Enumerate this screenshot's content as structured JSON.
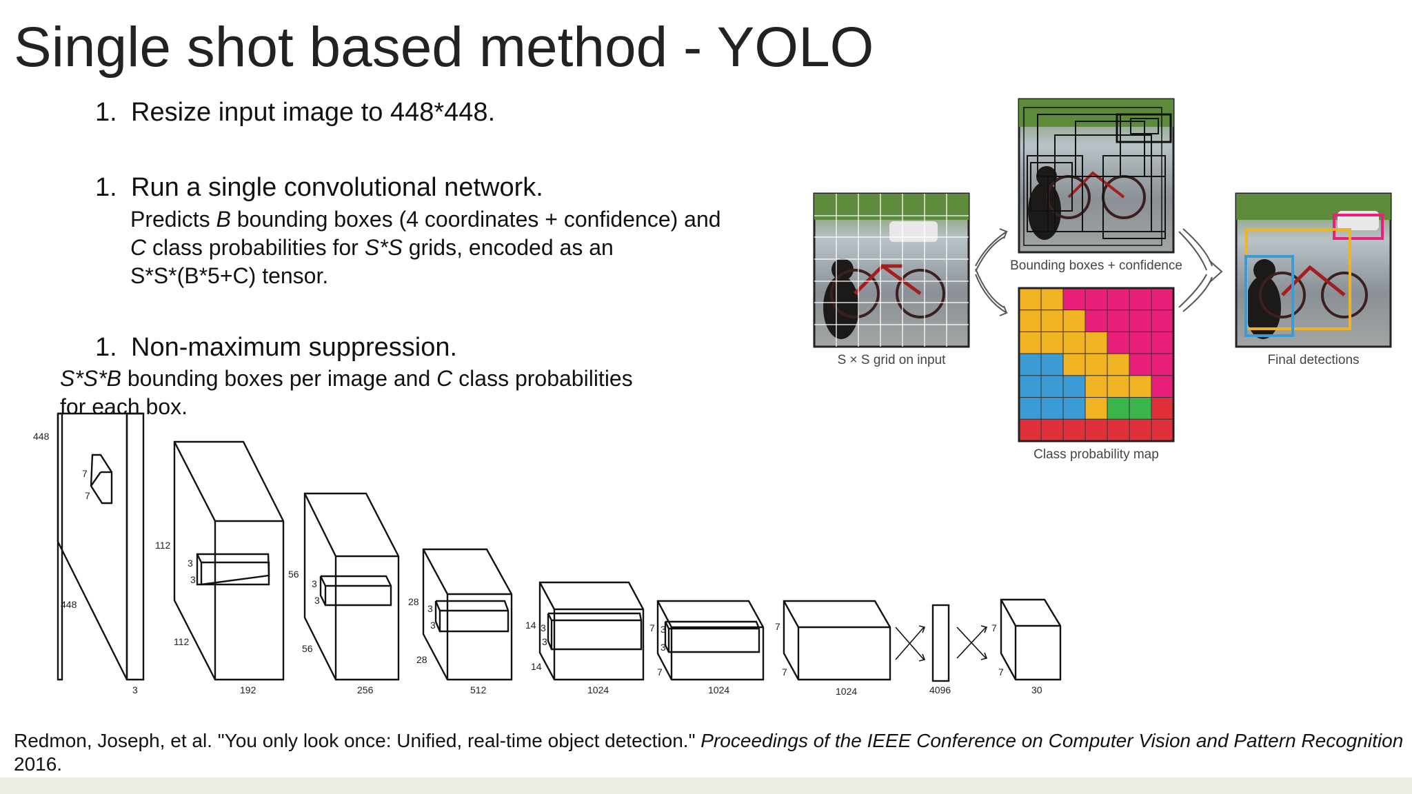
{
  "title": "Single shot based method - YOLO",
  "steps": [
    {
      "num": "1.",
      "heading": "Resize input image to 448*448."
    },
    {
      "num": "1.",
      "heading": "Run a single convolutional network.",
      "desc": {
        "l1a": "Predicts ",
        "l1b": "B",
        "l1c": " bounding boxes (4 coordinates + confidence) and",
        "l2a": "C",
        "l2b": " class probabilities for ",
        "l2c": "S*S",
        "l2d": " grids, encoded as an",
        "l3": "S*S*(B*5+C) tensor."
      }
    },
    {
      "num": "1.",
      "heading": "Non-maximum suppression.",
      "desc": {
        "l1a": "S*S*B",
        "l1b": " bounding boxes per image and ",
        "l1c": "C",
        "l1d": " class probabilities",
        "l2": "for each box."
      }
    }
  ],
  "figure": {
    "labels": {
      "grid": "S × S grid on input",
      "boxes": "Bounding boxes + confidence",
      "classmap": "Class probability map",
      "final": "Final detections"
    }
  },
  "architecture": {
    "input": {
      "height": "448",
      "width": "448",
      "depth": "3",
      "kernel_a": "7",
      "kernel_b": "7"
    },
    "block2": {
      "height": "112",
      "width": "112",
      "depth": "192",
      "kernel_a": "3",
      "kernel_b": "3"
    },
    "block3": {
      "height": "56",
      "width": "56",
      "depth": "256",
      "kernel_a": "3",
      "kernel_b": "3"
    },
    "block4": {
      "height": "28",
      "width": "28",
      "depth": "512",
      "kernel_a": "3",
      "kernel_b": "3"
    },
    "block5": {
      "height": "14",
      "width": "14",
      "depth": "1024",
      "kernel_a": "3",
      "kernel_b": "3"
    },
    "block6": {
      "height": "7",
      "width": "7",
      "depth": "1024",
      "kernel_a": "3",
      "kernel_b": "3"
    },
    "block7": {
      "height": "7",
      "width": "7",
      "depth": "1024"
    },
    "fc1": {
      "depth": "4096"
    },
    "output": {
      "height": "7",
      "width": "7",
      "depth": "30"
    }
  },
  "citation": {
    "authors": "Redmon, Joseph, et al. \"You only look once: Unified, real-time object detection.\" ",
    "venue": "Proceedings of the IEEE Conference on Computer Vision and Pattern Recognition",
    "year": "2016."
  },
  "colors": {
    "class_yellow": "#f0b323",
    "class_pink": "#e8207a",
    "class_blue": "#3a9bd5",
    "class_green": "#3ab54a",
    "class_red": "#e0313a",
    "box_pink": "#e8207a",
    "box_yellow": "#f0b323",
    "box_blue": "#3a9bd5"
  }
}
